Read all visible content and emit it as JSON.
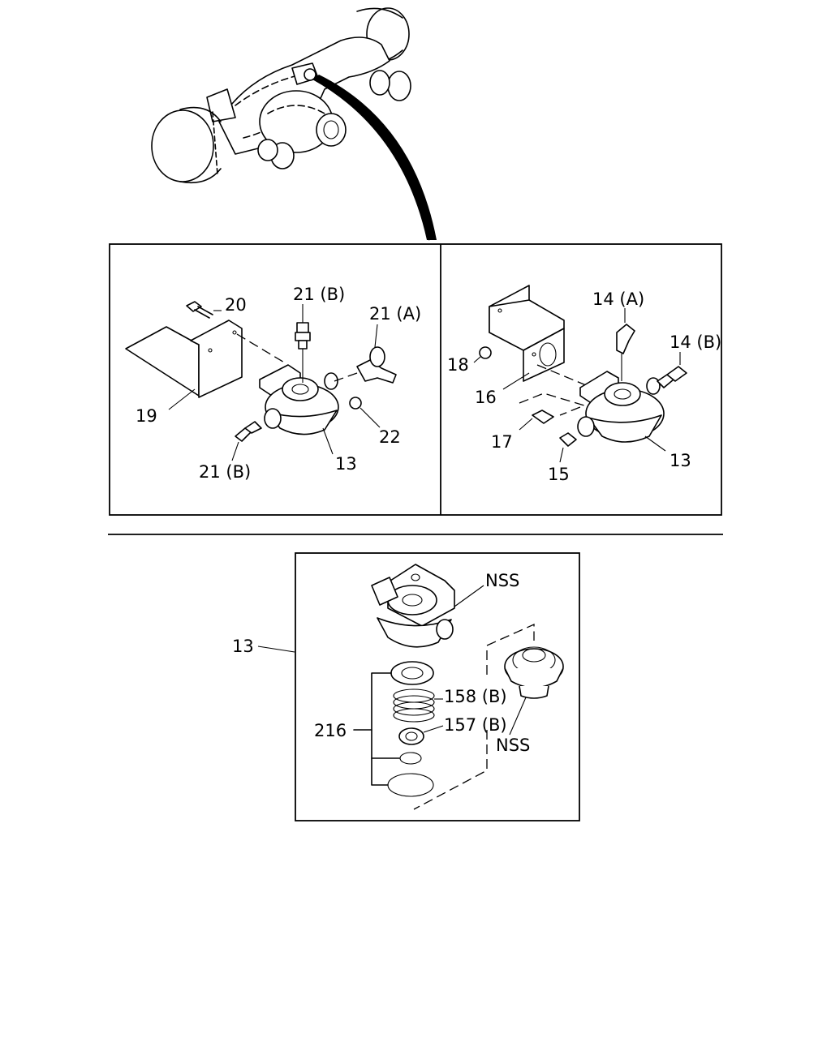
{
  "labels": {
    "p20": "20",
    "p21b_top": "21 (B)",
    "p21a": "21 (A)",
    "p19": "19",
    "p22": "22",
    "p21b_bottom": "21 (B)",
    "p13_left": "13",
    "p14a": "14 (A)",
    "p14b": "14 (B)",
    "p18": "18",
    "p16": "16",
    "p17": "17",
    "p15": "15",
    "p13_right": "13",
    "p13_detail": "13",
    "nss_top": "NSS",
    "p158b": "158 (B)",
    "p157b": "157 (B)",
    "nss_bottom": "NSS",
    "p216": "216"
  },
  "icons": {
    "axle": "rear-axle-housing-illustration",
    "valve": "relay-valve-illustration"
  }
}
